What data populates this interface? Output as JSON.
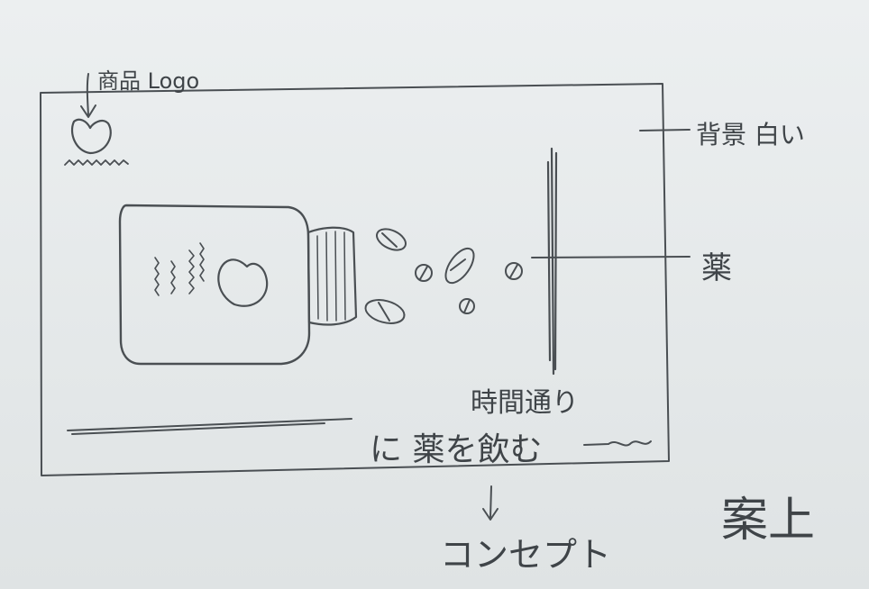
{
  "sketch": {
    "logo_label": "商品 Logo",
    "background_label": "背景 白い",
    "medicine_label": "薬",
    "copy_line1": "時間通り",
    "copy_line2": "に 薬を飲む",
    "concept_label": "コンセプト",
    "title_note": "案上"
  }
}
